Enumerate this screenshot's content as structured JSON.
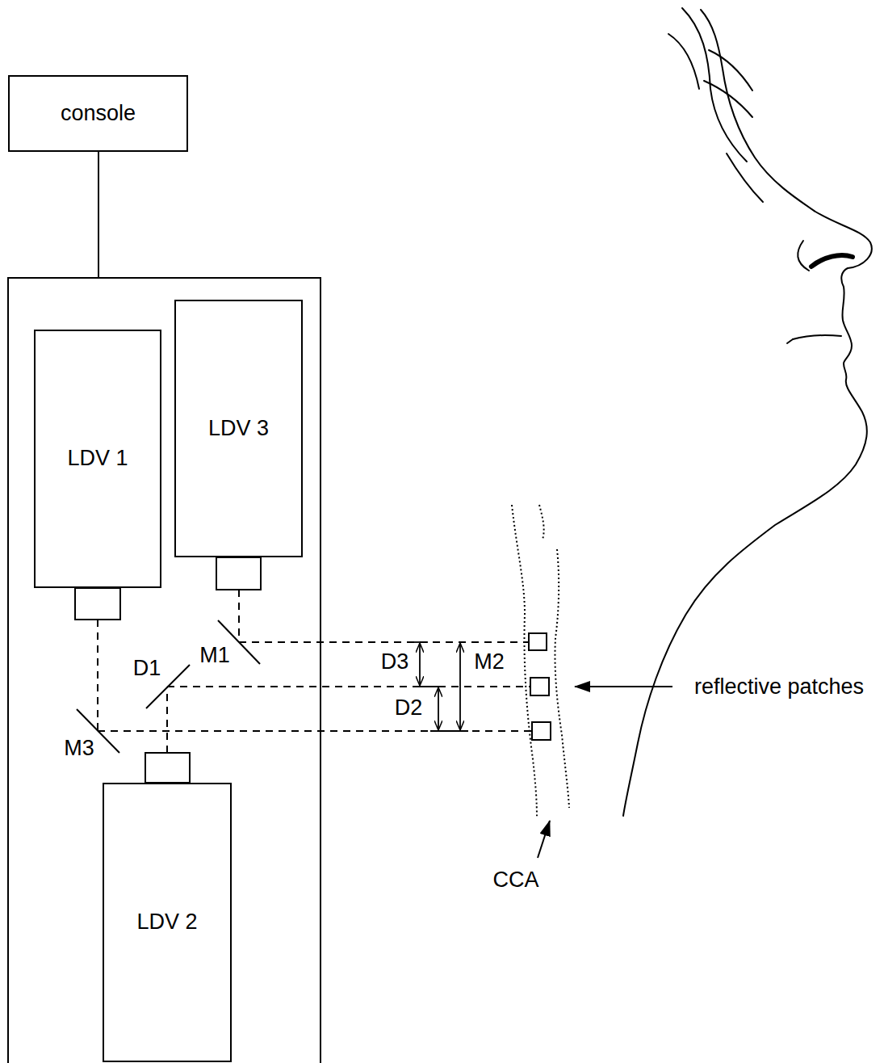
{
  "diagram": {
    "nodes": [
      {
        "text": [
          "console"
        ]
      },
      {
        "text": [
          "LDV 1"
        ]
      },
      {
        "text": [
          "LDV 3"
        ]
      },
      {
        "text": [
          "LDV 2"
        ]
      }
    ],
    "labels": [
      "M1",
      "D1",
      "D3",
      "M2",
      "reflective patches",
      "D2",
      "M3",
      "CCA"
    ]
  }
}
